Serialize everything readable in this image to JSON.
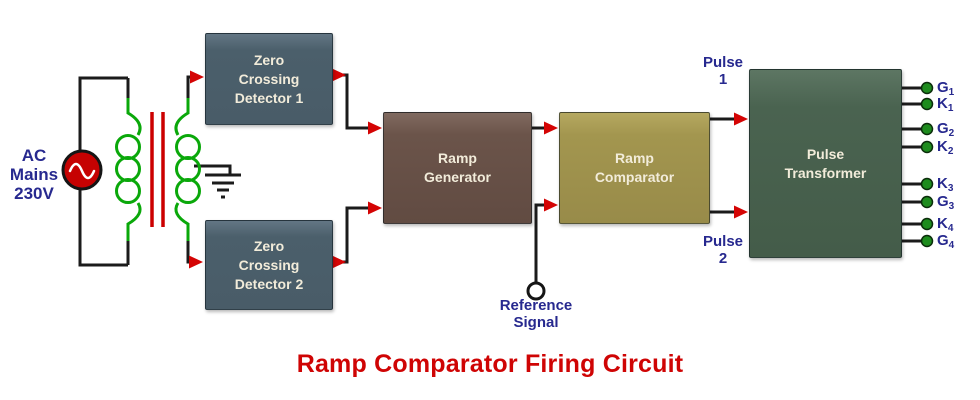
{
  "diagram_title": "Ramp Comparator Firing Circuit",
  "source": {
    "lines": [
      "AC",
      "Mains",
      "230V"
    ]
  },
  "blocks": {
    "zero_crossing_detector_1": "Zero Crossing Detector 1",
    "zero_crossing_detector_2": "Zero Crossing Detector 2",
    "ramp_generator": "Ramp Generator",
    "ramp_comparator": "Ramp Comparator",
    "pulse_transformer": "Pulse Transformer"
  },
  "labels": {
    "pulse_1": {
      "lines": [
        "Pulse",
        "1"
      ]
    },
    "pulse_2": {
      "lines": [
        "Pulse",
        "2"
      ]
    },
    "reference": {
      "lines": [
        "Reference",
        "Signal"
      ]
    }
  },
  "terminals": [
    {
      "name": "G",
      "sub": "1"
    },
    {
      "name": "K",
      "sub": "1"
    },
    {
      "name": "G",
      "sub": "2"
    },
    {
      "name": "K",
      "sub": "2"
    },
    {
      "name": "K",
      "sub": "3"
    },
    {
      "name": "G",
      "sub": "3"
    },
    {
      "name": "K",
      "sub": "4"
    },
    {
      "name": "G",
      "sub": "4"
    }
  ],
  "colors": {
    "title_red": "#cf0404",
    "label_navy": "#27298f",
    "wire_black": "#1b1b1b",
    "wire_green": "#0aa80a",
    "core_red": "#cc0000",
    "arrow_red": "#d40404",
    "ac_source_fill": "#c60202",
    "terminal_dot_green": "#1e8c1e",
    "zcd_fill": "#4f6471",
    "ramp_generator_fill": "#6d564c",
    "ramp_comparator_fill": "#a59850",
    "pulse_transformer_fill": "#4c6551",
    "block_text": "#f2ecda"
  }
}
